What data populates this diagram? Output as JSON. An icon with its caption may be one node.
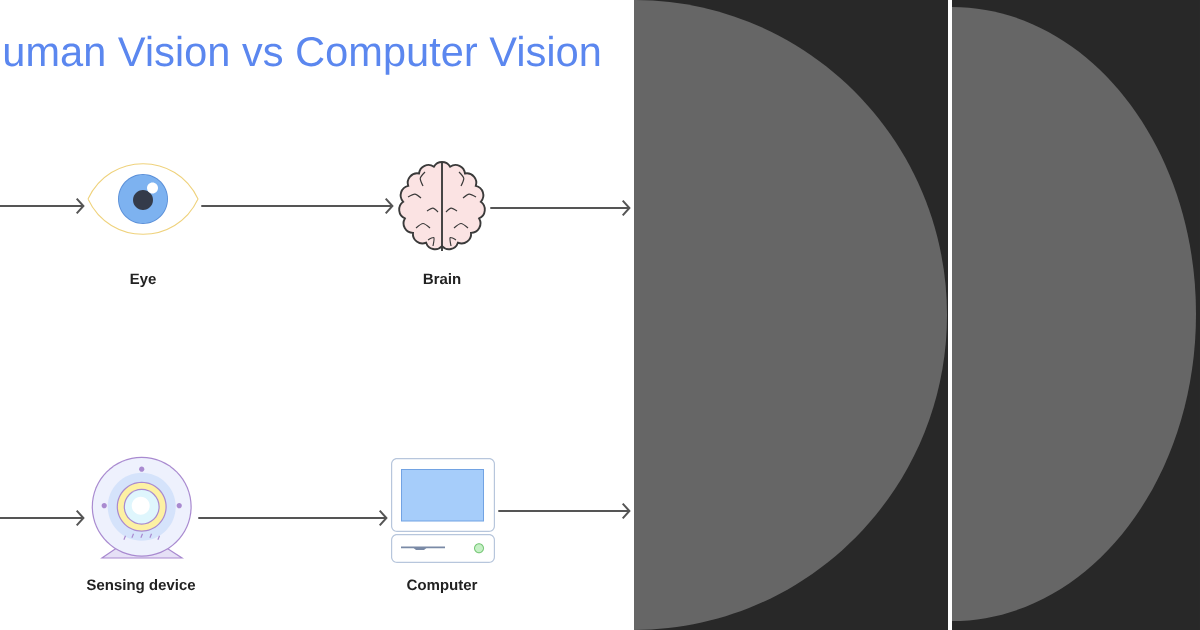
{
  "diagram": {
    "title": "uman Vision vs Computer Vision",
    "nodes": [
      {
        "text": [
          "Eye"
        ]
      },
      {
        "text": [
          "Brain"
        ]
      },
      {
        "text": [],
        "shape": "box"
      },
      {
        "text": [],
        "shape": "box"
      },
      {
        "text": [
          "Sensing device"
        ]
      },
      {
        "text": [
          "Computer"
        ]
      }
    ],
    "edges": [
      {
        "from": null,
        "to": 0,
        "arrow": "to"
      },
      {
        "from": 0,
        "to": 1,
        "arrow": "to"
      },
      {
        "from": 1,
        "to": 2,
        "arrow": "to"
      },
      {
        "from": null,
        "to": 4,
        "arrow": "to"
      },
      {
        "from": 4,
        "to": 5,
        "arrow": "to"
      },
      {
        "from": 5,
        "to": 2,
        "arrow": "to"
      }
    ]
  }
}
